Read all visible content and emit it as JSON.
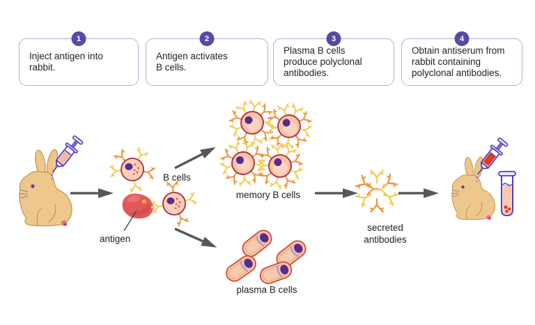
{
  "steps": [
    {
      "number": "1",
      "text": "Inject antigen into\nrabbit."
    },
    {
      "number": "2",
      "text": "Antigen activates\nB cells."
    },
    {
      "number": "3",
      "text": "Plasma B cells\nproduce polyclonal\nantibodies."
    },
    {
      "number": "4",
      "text": "Obtain antiserum from\nrabbit containing\npolyclonal antibodies."
    }
  ],
  "diagram": {
    "labels": {
      "b_cells": "B cells",
      "antigen": "antigen",
      "memory_b_cells": "memory B cells",
      "plasma_b_cells": "plasma B cells",
      "secreted_antibodies": "secreted\nantibodies"
    },
    "icons": {
      "rabbit": "rabbit-icon",
      "syringe": "syringe-icon",
      "test_tube": "test-tube-icon",
      "antibody": "antibody-y-icon",
      "arrow": "arrow-icon"
    },
    "colors": {
      "badge": "#564aa5",
      "box_border": "#b7abd6",
      "box_text": "#222222",
      "arrow": "#58585b",
      "label_text": "#1e1e1e",
      "rabbit": "#eec78c",
      "rabbit_line": "#c6914b",
      "eye": "#5b3f9e",
      "cell_fill": "#f9d0ba",
      "mem_cell_fill": "#f6c3a8",
      "cell_stroke": "#a82c40",
      "nucleus": "#5b2a8c",
      "cell_dots": "#e25c5c",
      "antibody_yellow": "#f4cb52",
      "antibody_orange": "#ee9139",
      "antigen": "#e25858",
      "antigen_shadow": "#d14a4a",
      "antigen_dot": "#f0a33c",
      "syringe": "#4e3ec1",
      "syringe_light": "#ece7fa",
      "serum_peach": "#f5b99d",
      "serum_red": "#e8391d",
      "droplet": "#8a7fe0",
      "plasma_fill": "#f7c9ad",
      "plasma_stroke": "#d44b30",
      "nucleus_band": "#b3a1c9",
      "tube_liquid": "#f7c9b2",
      "tube_dots": "#e03420",
      "tail_spot": "#ef6a8a",
      "pointer_line": "#4a4a4a"
    }
  }
}
